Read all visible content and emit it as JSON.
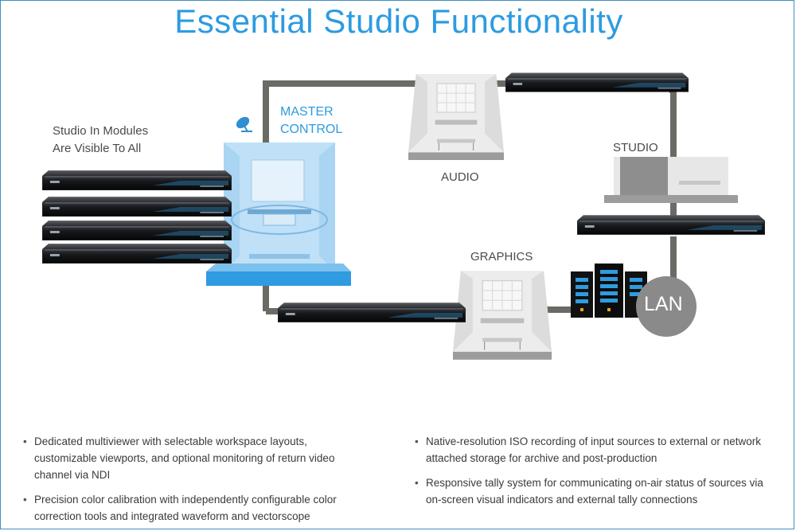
{
  "title": "Essential Studio Functionality",
  "labels": {
    "modules": [
      "Studio In Modules",
      "Are Visible To All"
    ],
    "master_control": [
      "MASTER",
      "CONTROL"
    ],
    "audio": "AUDIO",
    "studio": "STUDIO",
    "graphics": "GRAPHICS",
    "lan": "LAN"
  },
  "bullets_left": [
    "Dedicated multiviewer with selectable workspace layouts, customizable viewports, and optional monitoring of return video channel via NDI",
    "Precision color calibration with independently configurable color correction tools and integrated waveform and vectorscope"
  ],
  "bullets_right": [
    "Native-resolution ISO recording of input sources to external or network attached storage for archive and post-production",
    "Responsive tally system for communicating on-air status of sources via on-screen visual indicators and external tally connections"
  ],
  "colors": {
    "accent": "#2d9be0",
    "cable": "#6b6b66",
    "lan_circle": "#8a8a8a",
    "master_room": "#bfe0f7"
  }
}
